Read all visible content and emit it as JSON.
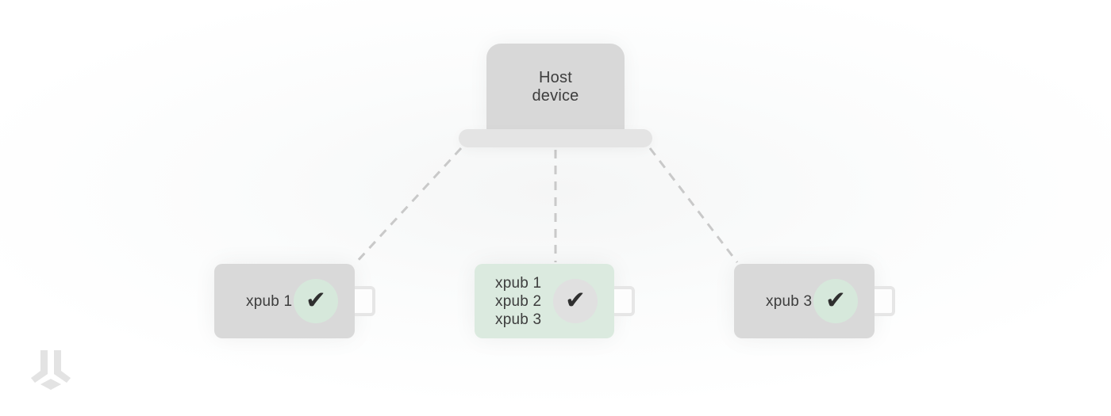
{
  "colors": {
    "background": "#ffffff",
    "laptop_screen": "#d8d8d8",
    "laptop_base": "#e4e4e4",
    "text": "#3d3d3d",
    "dash": "#c9c9c9",
    "check": "#2f2f2f",
    "usb_border": "#e6e6e6",
    "logo": "#e3e3e3"
  },
  "host": {
    "line1": "Host",
    "line2": "device"
  },
  "devices": [
    {
      "labels": [
        "xpub 1"
      ],
      "body_color": "#d9d9d9",
      "badge_color": "#d6e8db"
    },
    {
      "labels": [
        "xpub 1",
        "xpub 2",
        "xpub 3"
      ],
      "body_color": "#dbeadf",
      "badge_color": "#e0e0e0"
    },
    {
      "labels": [
        "xpub 3"
      ],
      "body_color": "#d9d9d9",
      "badge_color": "#d6e8db"
    }
  ],
  "icons": {
    "check": "✔"
  }
}
